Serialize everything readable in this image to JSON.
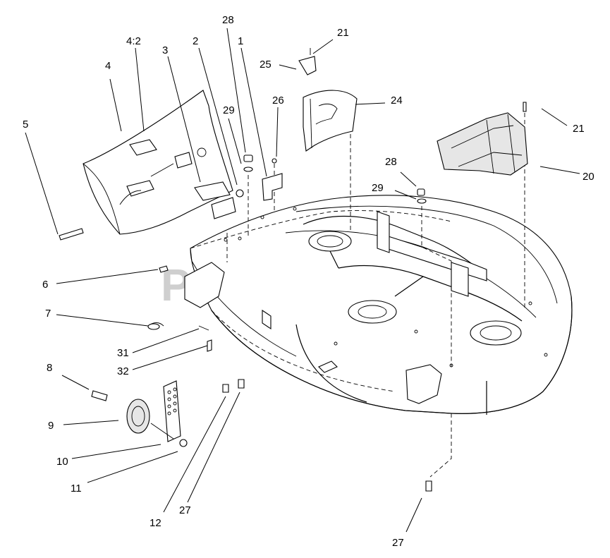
{
  "watermark": "PartsTree",
  "callouts": {
    "c1": "1",
    "c2": "2",
    "c3": "3",
    "c4": "4",
    "c4_2": "4:2",
    "c5": "5",
    "c6": "6",
    "c7": "7",
    "c8": "8",
    "c9": "9",
    "c10": "10",
    "c11": "11",
    "c12": "12",
    "c20": "20",
    "c21a": "21",
    "c21b": "21",
    "c24": "24",
    "c25": "25",
    "c26": "26",
    "c27a": "27",
    "c27b": "27",
    "c28a": "28",
    "c28b": "28",
    "c29a": "29",
    "c29b": "29",
    "c31": "31",
    "c32": "32"
  }
}
